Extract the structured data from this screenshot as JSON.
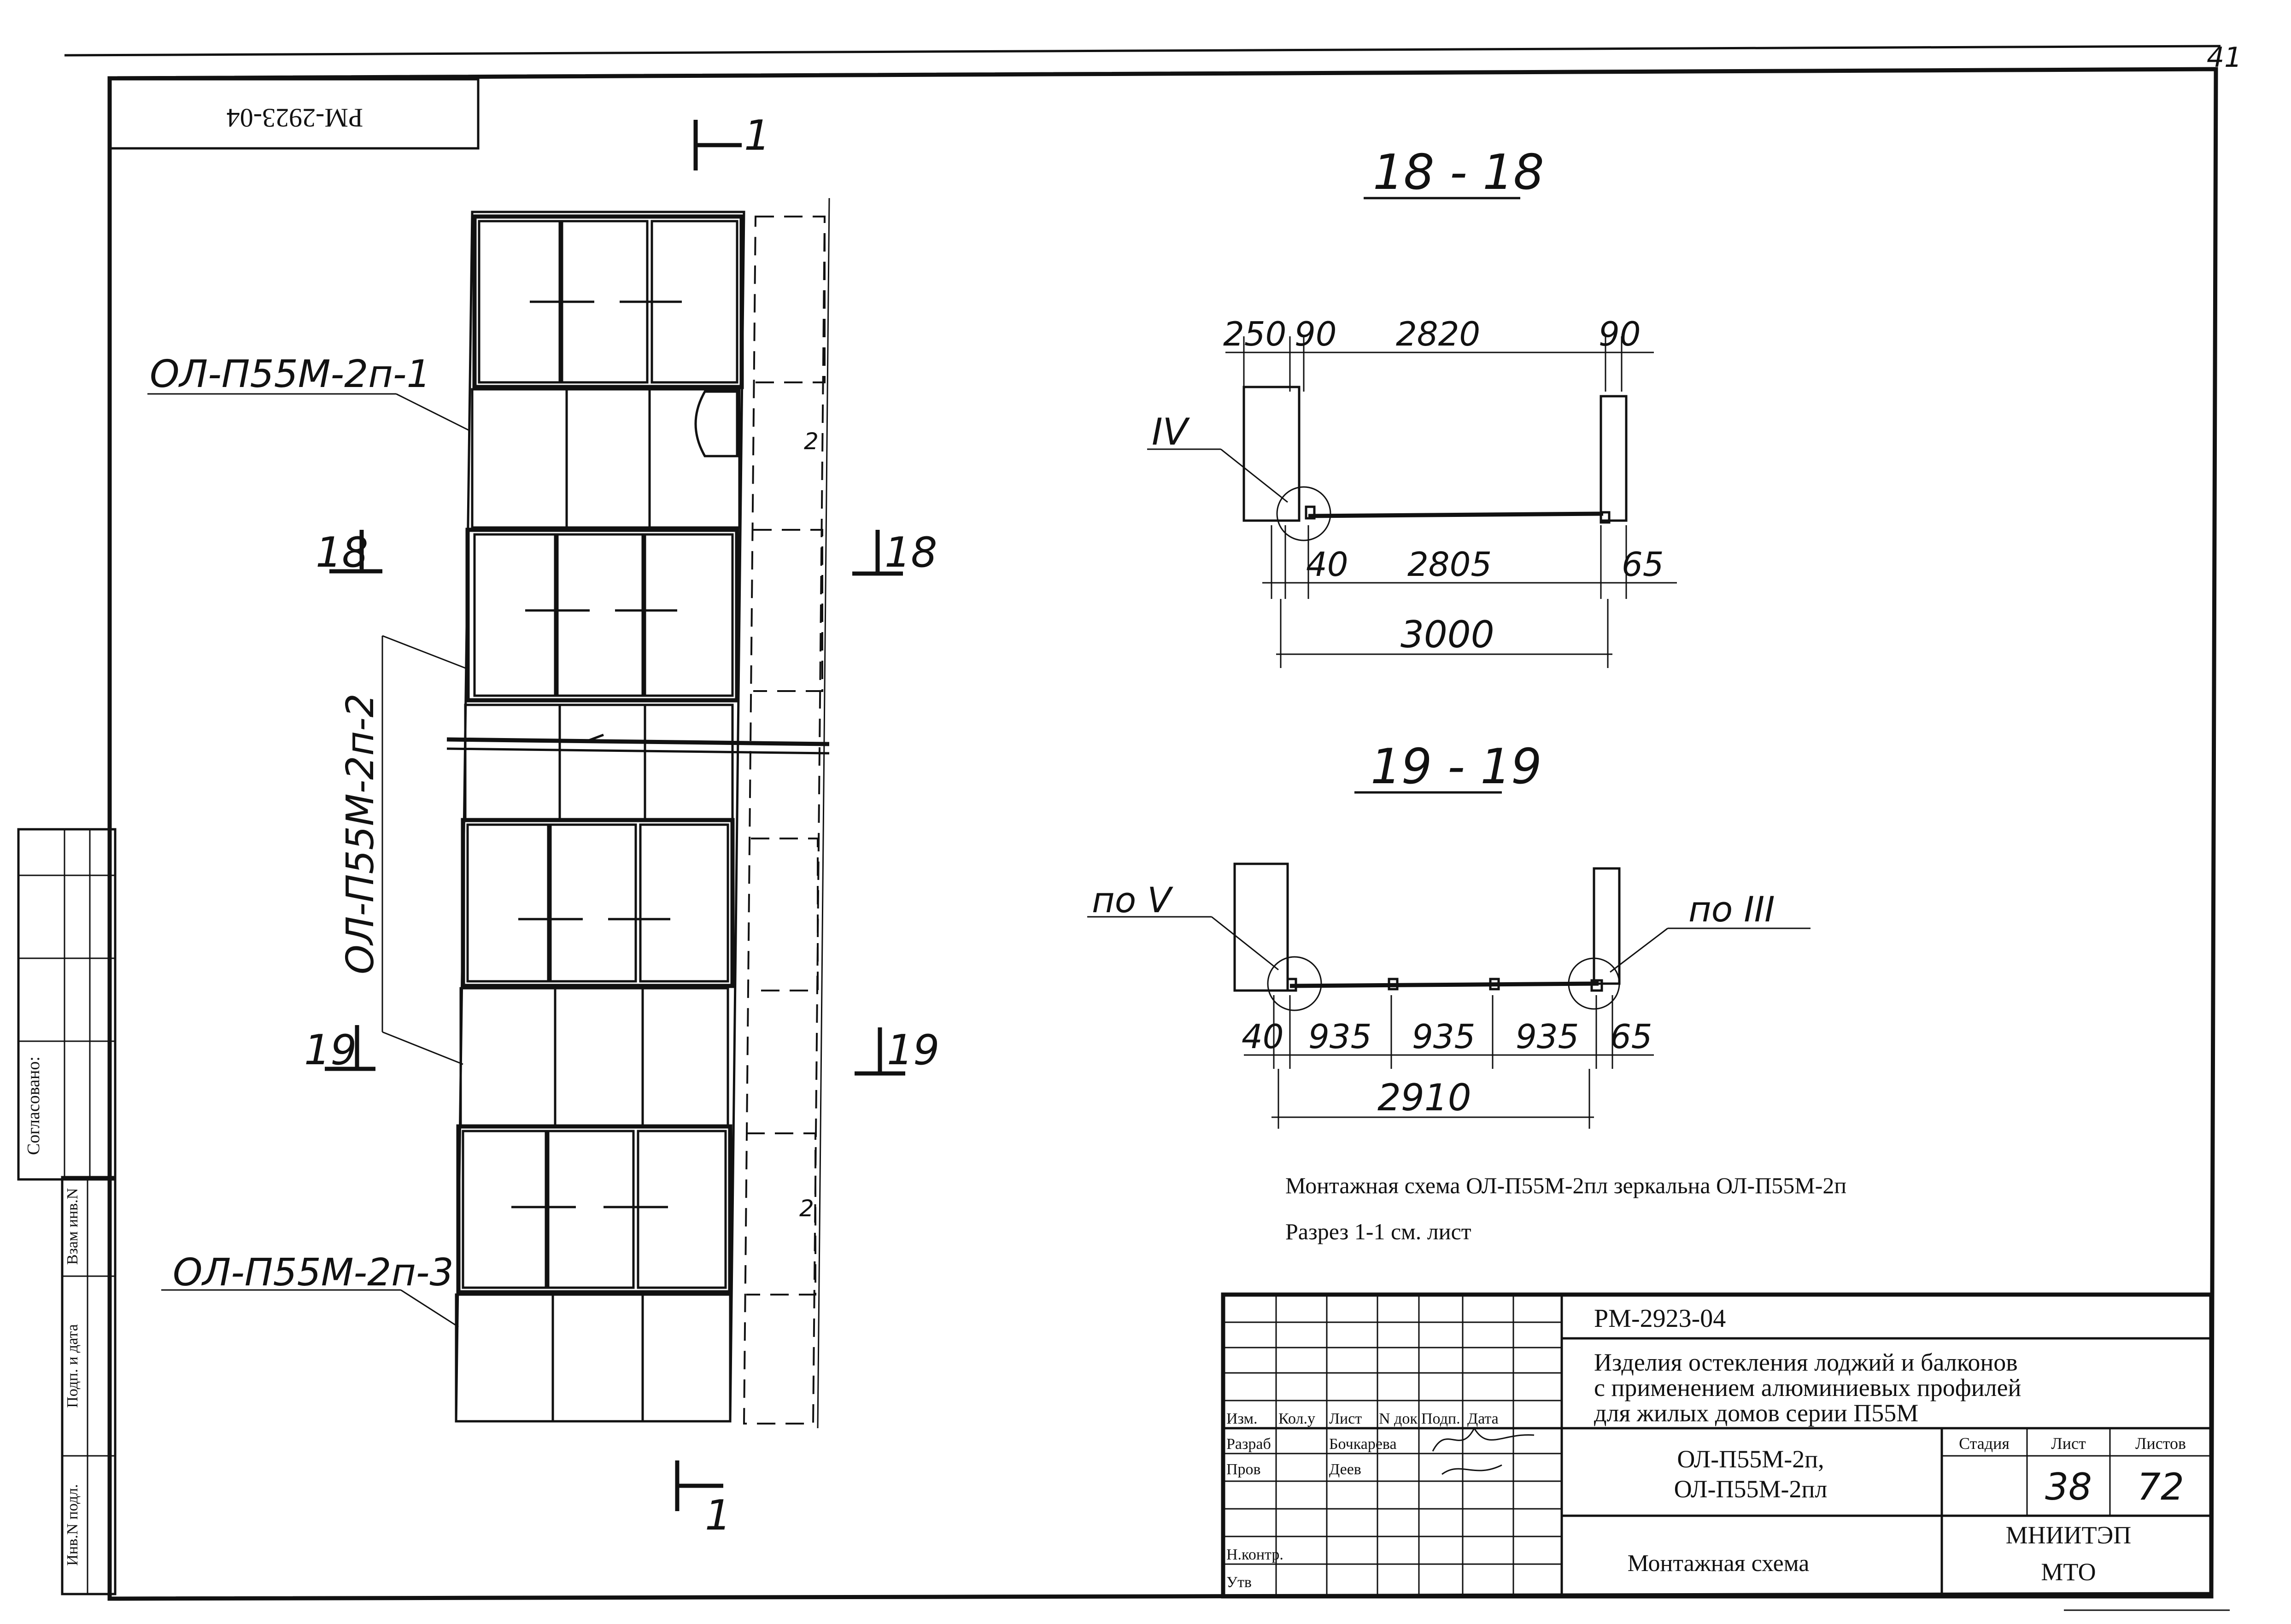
{
  "sheet_number": "41",
  "header_code_rotated": "РМ-2923-04",
  "section_marks": {
    "cut_1": "1",
    "cut_18": "18",
    "cut_19": "19"
  },
  "unit_labels": {
    "unit_1": "ОЛ-П55М-2п-1",
    "unit_2": "ОЛ-П55М-2п-2",
    "unit_3": "ОЛ-П55М-2п-3"
  },
  "side_dims": {
    "d1": "2",
    "d2": "2"
  },
  "section_18": {
    "title": "18 - 18",
    "node": "IV",
    "dims_top": [
      "250",
      "90",
      "2820",
      "90"
    ],
    "dims_mid": [
      "40",
      "2805",
      "65"
    ],
    "dim_total": "3000"
  },
  "section_19": {
    "title": "19 - 19",
    "node_left": "по V",
    "node_right": "по III",
    "dims_mid": [
      "40",
      "935",
      "935",
      "935",
      "65"
    ],
    "dim_total": "2910"
  },
  "notes": {
    "note_1": "Монтажная схема ОЛ-П55М-2пл  зеркальна  ОЛ-П55М-2п",
    "note_2": "Разрез  1-1  см. лист"
  },
  "left_stamp": {
    "agreed": "Согласовано:",
    "vzam_inv": "Взам инв.N",
    "podp_data": "Подп. и дата",
    "inv_podl": "Инв.N подл."
  },
  "title_block": {
    "doc_code": "РМ-2923-04",
    "title_line_1": "Изделия остекления лоджий и балконов",
    "title_line_2": "с применением алюминиевых профилей",
    "title_line_3": "для жилых домов серии П55М",
    "col_izm": "Изм.",
    "col_kolu": "Кол.у",
    "col_list": "Лист",
    "col_ndok": "N док",
    "col_podp": "Подп.",
    "col_data": "Дата",
    "row_razrab": "Разраб",
    "name_razrab": "Бочкарева",
    "row_prov": "Пров",
    "name_prov": "Деев",
    "row_nkontr": "Н.контр.",
    "row_utv": "Утв",
    "product_1": "ОЛ-П55М-2п,",
    "product_2": "ОЛ-П55М-2пл",
    "h_stadiya": "Стадия",
    "h_list": "Лист",
    "h_listov": "Листов",
    "v_list": "38",
    "v_listov": "72",
    "sheet_name": "Монтажная схема",
    "org_1": "МНИИТЭП",
    "org_2": "МТО"
  }
}
